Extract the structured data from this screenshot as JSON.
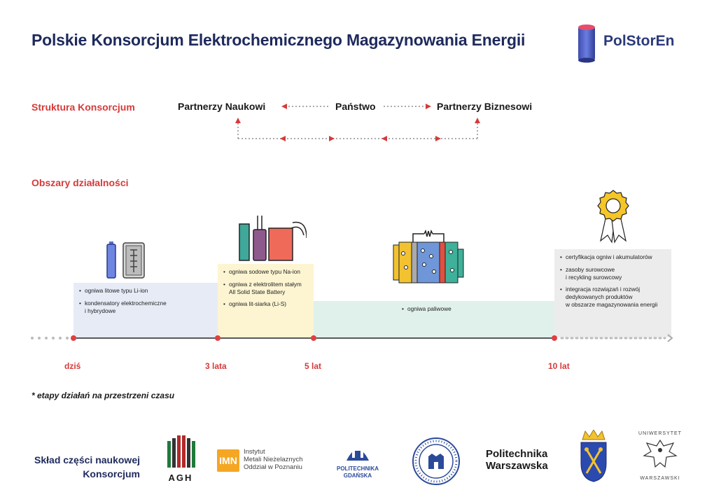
{
  "header": {
    "title": "Polskie Konsorcjum Elektrochemicznego Magazynowania Energii",
    "brand": "PolStorEn"
  },
  "structure": {
    "label": "Struktura Konsorcjum",
    "left": "Partnerzy Naukowi",
    "center": "Państwo",
    "right": "Partnerzy Biznesowi"
  },
  "areas": {
    "label": "Obszary działalności"
  },
  "panels": [
    {
      "items": [
        "ogniwa litowe typu Li-ion",
        "kondensatory elektrochemiczne\ni hybrydowe"
      ]
    },
    {
      "items": [
        "ogniwa sodowe typu Na-ion",
        "ogniwa z elektrolitem stałym\nAll Solid State Battery",
        "ogniwa lit-siarka  (Li-S)"
      ]
    },
    {
      "items": [
        "ogniwa paliwowe"
      ]
    },
    {
      "items": [
        "certyfikacja ogniw i akumulatorów",
        "zasoby surowcowe\ni recykling surowcowy",
        "integracja rozwiązań i rozwój\ndedykowanych produktów\nw obszarze magazynowania energii"
      ]
    }
  ],
  "timeline": {
    "ticks": [
      "dziś",
      "3 lata",
      "5 lat",
      "10 lat"
    ],
    "footnote": "* etapy działań na przestrzeni czasu"
  },
  "team": {
    "label_line1": "Skład części naukowej",
    "label_line2": "Konsorcjum"
  },
  "logos": {
    "agh": "AGH",
    "imn_line1": "Instytut",
    "imn_line2": "Metali Nieżelaznych",
    "imn_line3": "Oddział w Poznaniu",
    "pg_line1": "POLITECHNIKA",
    "pg_line2": "GDAŃSKA",
    "pw_line1": "Politechnika",
    "pw_line2": "Warszawska",
    "uw_top": "UNIWERSYTET",
    "uw_bottom": "WARSZAWSKI"
  },
  "colors": {
    "navy": "#1e2a5c",
    "red": "#d63a3a",
    "panel_blue": "#e6ebf6",
    "panel_yellow": "#fdf5d2",
    "panel_green": "#e0f1ec",
    "panel_gray": "#ececec"
  }
}
